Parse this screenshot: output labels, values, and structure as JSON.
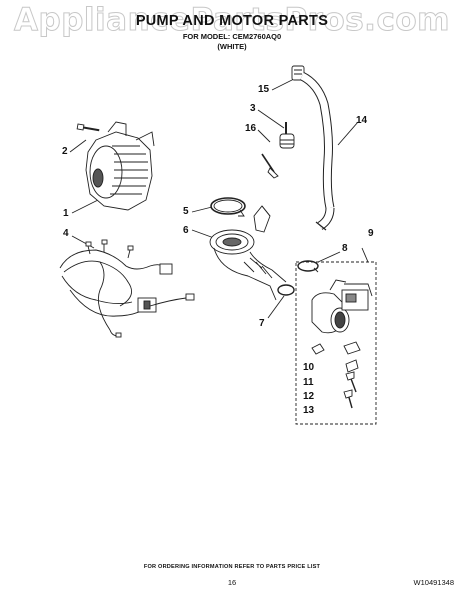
{
  "watermark": "AppliancePartsPros.com",
  "title": "PUMP AND MOTOR PARTS",
  "model_line": "FOR MODEL: CEM2760AQ0",
  "color_line": "(WHITE)",
  "callouts": [
    "1",
    "2",
    "3",
    "4",
    "5",
    "6",
    "7",
    "8",
    "9",
    "10",
    "11",
    "12",
    "13",
    "14",
    "15",
    "16"
  ],
  "footer": {
    "note": "FOR ORDERING INFORMATION REFER TO PARTS PRICE LIST",
    "page_number": "16",
    "doc_number": "W10491348"
  }
}
